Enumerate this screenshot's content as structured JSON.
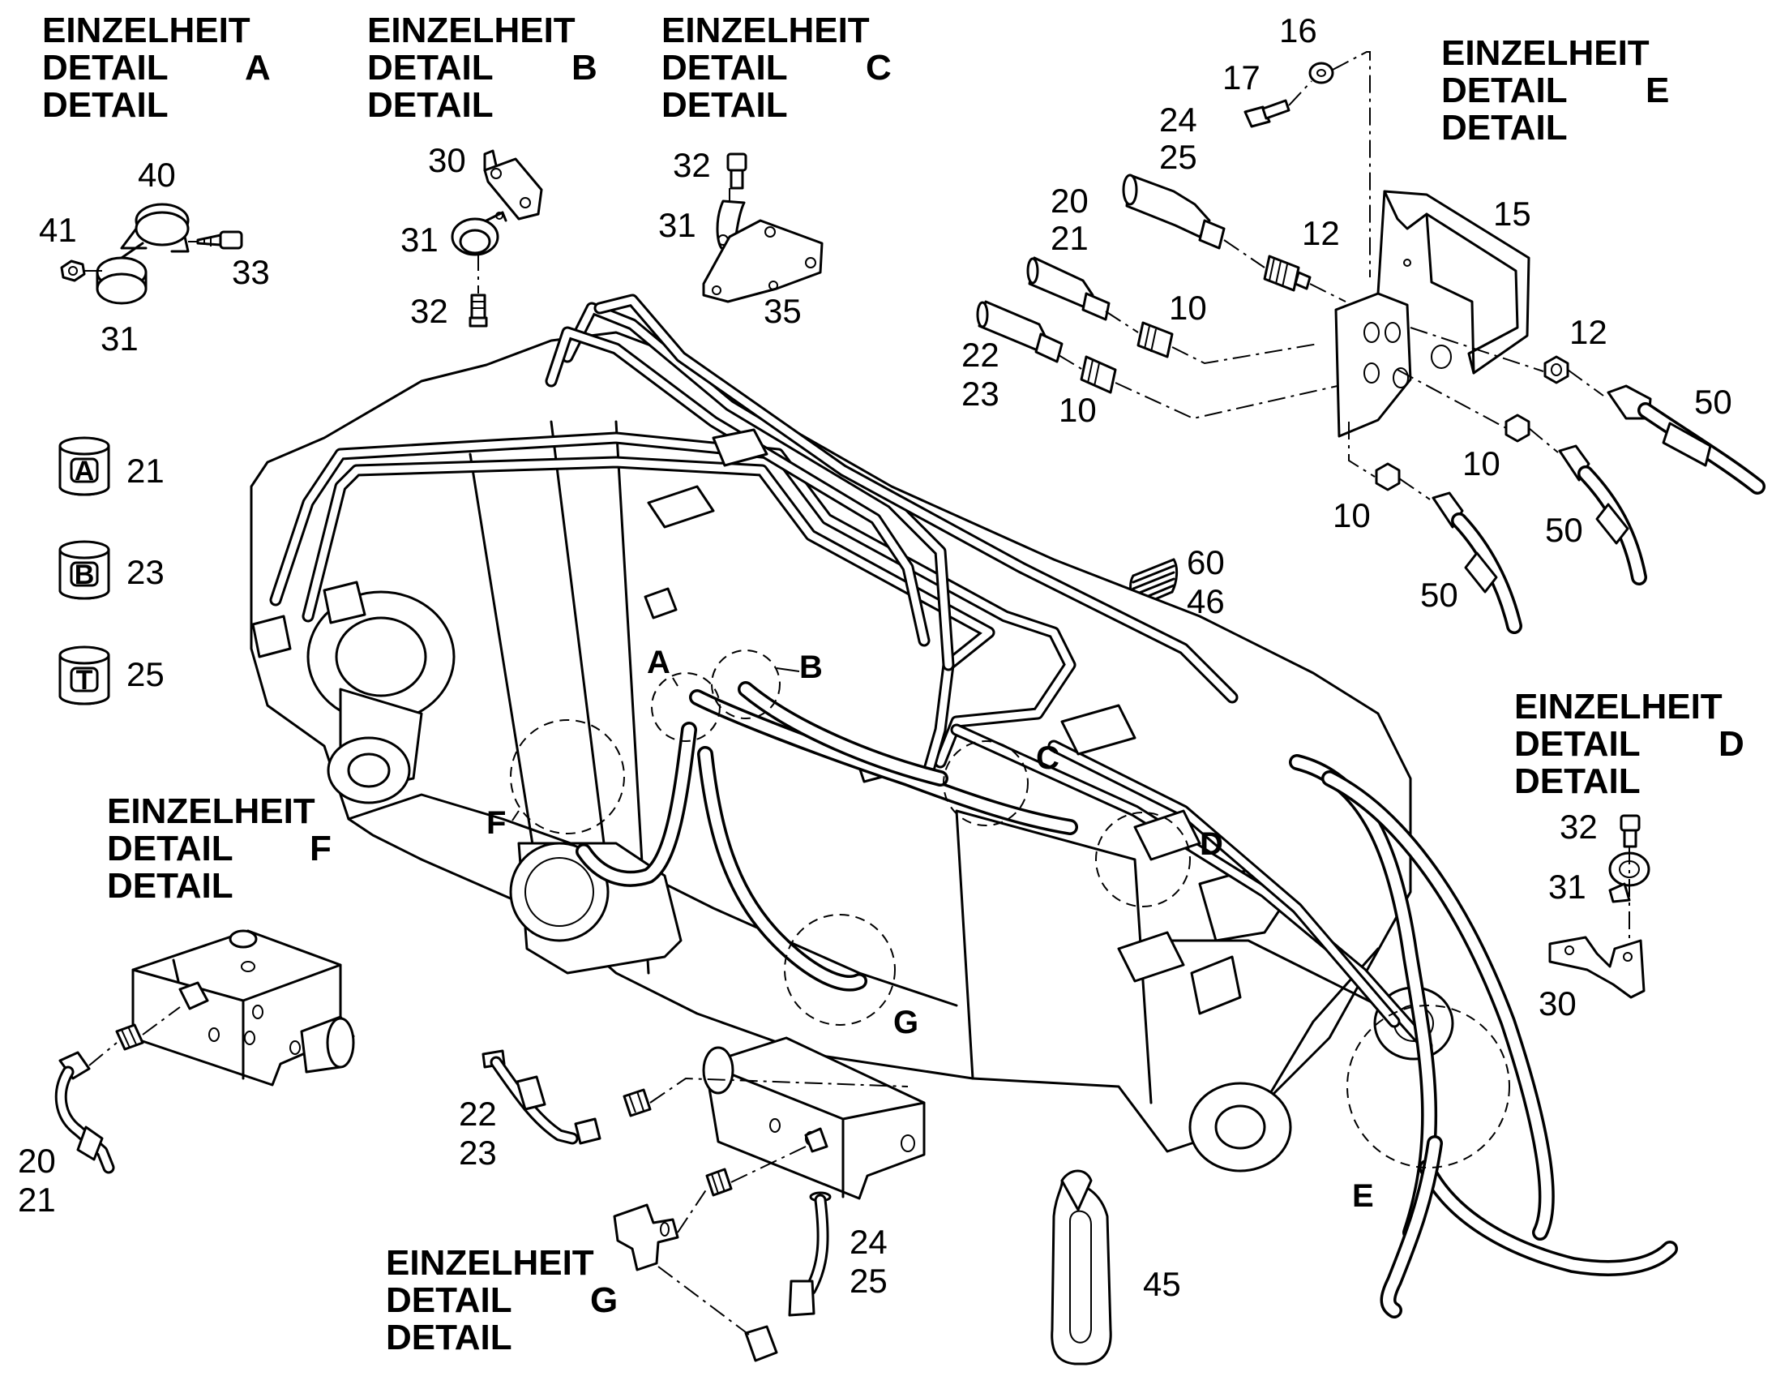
{
  "header_line1": "EINZELHEIT",
  "header_line2": "DETAIL",
  "header_line3": "DETAIL",
  "details": [
    {
      "letter": "A"
    },
    {
      "letter": "B"
    },
    {
      "letter": "C"
    },
    {
      "letter": "D"
    },
    {
      "letter": "E"
    },
    {
      "letter": "F"
    },
    {
      "letter": "G"
    }
  ],
  "callouts": {
    "a_40": "40",
    "a_41": "41",
    "a_33": "33",
    "a_31": "31",
    "b_30": "30",
    "b_31": "31",
    "b_32": "32",
    "c_32": "32",
    "c_31": "31",
    "c_35": "35",
    "e_16": "16",
    "e_17": "17",
    "e_24": "24",
    "e_25": "25",
    "e_20": "20",
    "e_21": "21",
    "e_12a": "12",
    "e_15": "15",
    "e_10a": "10",
    "e_22": "22",
    "e_23": "23",
    "e_10b": "10",
    "e_12b": "12",
    "e_50a": "50",
    "e_10c": "10",
    "e_10d": "10",
    "e_50b": "50",
    "e_50c": "50",
    "m_60": "60",
    "m_46": "46",
    "d_32": "32",
    "d_31": "31",
    "d_30": "30",
    "f_20": "20",
    "f_21": "21",
    "g_22": "22",
    "g_23": "23",
    "g_24": "24",
    "g_25": "25",
    "m_45": "45"
  },
  "sleeves": [
    {
      "mark": "A",
      "number": "21"
    },
    {
      "mark": "B",
      "number": "23"
    },
    {
      "mark": "T",
      "number": "25"
    }
  ]
}
